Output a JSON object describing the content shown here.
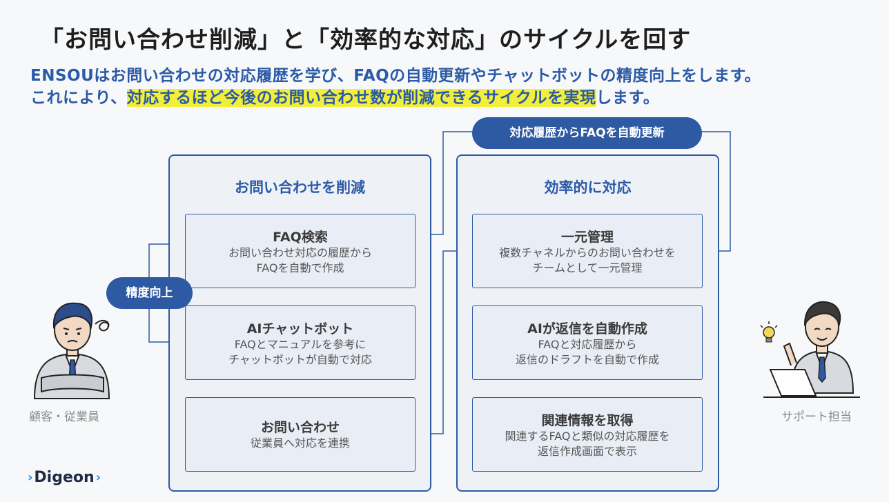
{
  "title": "「お問い合わせ削減」と「効率的な対応」のサイクルを回す",
  "lead": {
    "line1": "ENSOUはお問い合わせの対応履歴を学び、FAQの自動更新やチャットボットの精度向上をします。",
    "line2_pre": "これにより、",
    "line2_highlight": "対応するほど今後のお問い合わせ数が削減できるサイクルを実現",
    "line2_post": "します。"
  },
  "left_panel": {
    "title": "お問い合わせを削減",
    "cards": [
      {
        "title": "FAQ検索",
        "body": [
          "お問い合わせ対応の履歴から",
          "FAQを自動で作成"
        ]
      },
      {
        "title": "AIチャットボット",
        "body": [
          "FAQとマニュアルを参考に",
          "チャットボットが自動で対応"
        ]
      },
      {
        "title": "お問い合わせ",
        "body": [
          "従業員へ対応を連携"
        ]
      }
    ]
  },
  "right_panel": {
    "title": "効率的に対応",
    "cards": [
      {
        "title": "一元管理",
        "body": [
          "複数チャネルからのお問い合わせを",
          "チームとして一元管理"
        ]
      },
      {
        "title": "AIが返信を自動作成",
        "body": [
          "FAQと対応履歴から",
          "返信のドラフトを自動で作成"
        ]
      },
      {
        "title": "関連情報を取得",
        "body": [
          "関連するFAQと類似の対応履歴を",
          "返信作成画面で表示"
        ]
      }
    ]
  },
  "pills": {
    "accuracy": "精度向上",
    "faq_update": "対応履歴からFAQを自動更新"
  },
  "people": {
    "customer": "顧客・従業員",
    "support": "サポート担当"
  },
  "logo": "Digeon",
  "colors": {
    "accent": "#2e5aa3",
    "highlight": "#f2ee3c",
    "panel_bg": "#eef1f6"
  }
}
